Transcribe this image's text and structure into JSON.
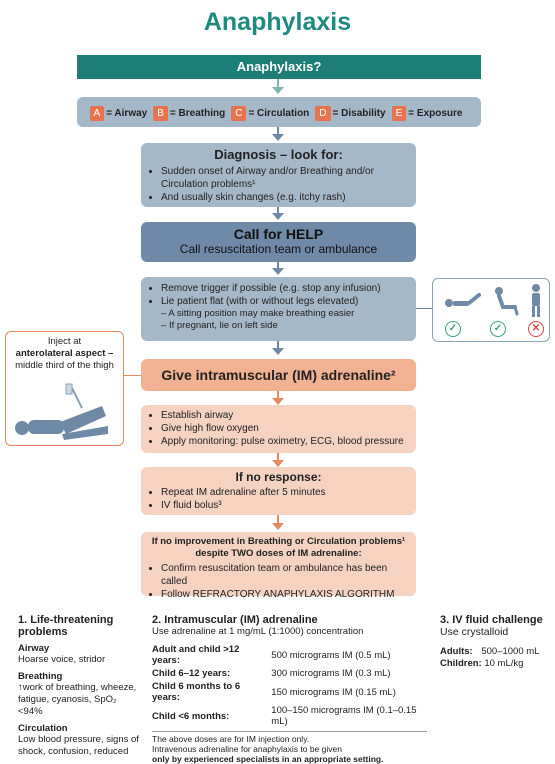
{
  "title": "Anaphylaxis",
  "question": "Anaphylaxis?",
  "abcde": [
    {
      "letter": "A",
      "label": "= Airway"
    },
    {
      "letter": "B",
      "label": "= Breathing"
    },
    {
      "letter": "C",
      "label": "= Circulation"
    },
    {
      "letter": "D",
      "label": "= Disability"
    },
    {
      "letter": "E",
      "label": "= Exposure"
    }
  ],
  "diagnosis": {
    "title": "Diagnosis – look for:",
    "items": [
      "Sudden onset of Airway and/or Breathing and/or Circulation problems¹",
      "And usually skin changes (e.g. itchy rash)"
    ]
  },
  "help": {
    "title": "Call for HELP",
    "subtitle": "Call resuscitation team or ambulance"
  },
  "positioning": {
    "items": [
      "Remove trigger if possible (e.g. stop any infusion)",
      "Lie patient flat (with or without legs elevated)"
    ],
    "subitems": [
      "A sitting position may make breathing easier",
      "If pregnant, lie on left side"
    ]
  },
  "inject": {
    "line1": "Inject at",
    "line2": "anterolateral aspect –",
    "line3": "middle third of the thigh"
  },
  "adrenaline": {
    "title": "Give intramuscular (IM) adrenaline²"
  },
  "actions": [
    "Establish airway",
    "Give high flow oxygen",
    "Apply monitoring: pulse oximetry, ECG, blood pressure"
  ],
  "no_response": {
    "title": "If no response:",
    "items": [
      "Repeat IM adrenaline after 5 minutes",
      "IV fluid bolus³"
    ]
  },
  "refractory": {
    "title1": "If no improvement in Breathing or Circulation problems¹",
    "title2": "despite TWO doses of IM adrenaline:",
    "items": [
      "Confirm resuscitation team or ambulance has been called",
      "Follow REFRACTORY ANAPHYLAXIS ALGORITHM"
    ]
  },
  "section1": {
    "title": "1. Life-threatening problems",
    "airway_h": "Airway",
    "airway": "Hoarse voice, stridor",
    "breathing_h": "Breathing",
    "breathing": "↑work of breathing, wheeze, fatigue, cyanosis, SpO₂ <94%",
    "circulation_h": "Circulation",
    "circulation": "Low blood pressure, signs of shock, confusion, reduced"
  },
  "section2": {
    "title": "2. Intramuscular (IM) adrenaline",
    "sub": "Use adrenaline at 1 mg/mL (1:1000) concentration",
    "rows": [
      {
        "who": "Adult and child >12 years:",
        "dose": "500 micrograms IM (0.5 mL)"
      },
      {
        "who": "Child 6–12 years:",
        "dose": "300 micrograms IM (0.3 mL)"
      },
      {
        "who": "Child 6 months to 6 years:",
        "dose": "150 micrograms IM (0.15 mL)"
      },
      {
        "who": "Child <6 months:",
        "dose": "100–150 micrograms IM (0.1–0.15 mL)"
      }
    ],
    "note1": "The above doses are for IM injection only.",
    "note2": "Intravenous adrenaline for anaphylaxis to be given",
    "note3": "only by experienced specialists in an appropriate setting."
  },
  "section3": {
    "title": "3. IV fluid challenge",
    "sub": "Use crystalloid",
    "adults_h": "Adults:",
    "adults": "500–1000 mL",
    "children_h": "Children:",
    "children": "10 mL/kg"
  }
}
